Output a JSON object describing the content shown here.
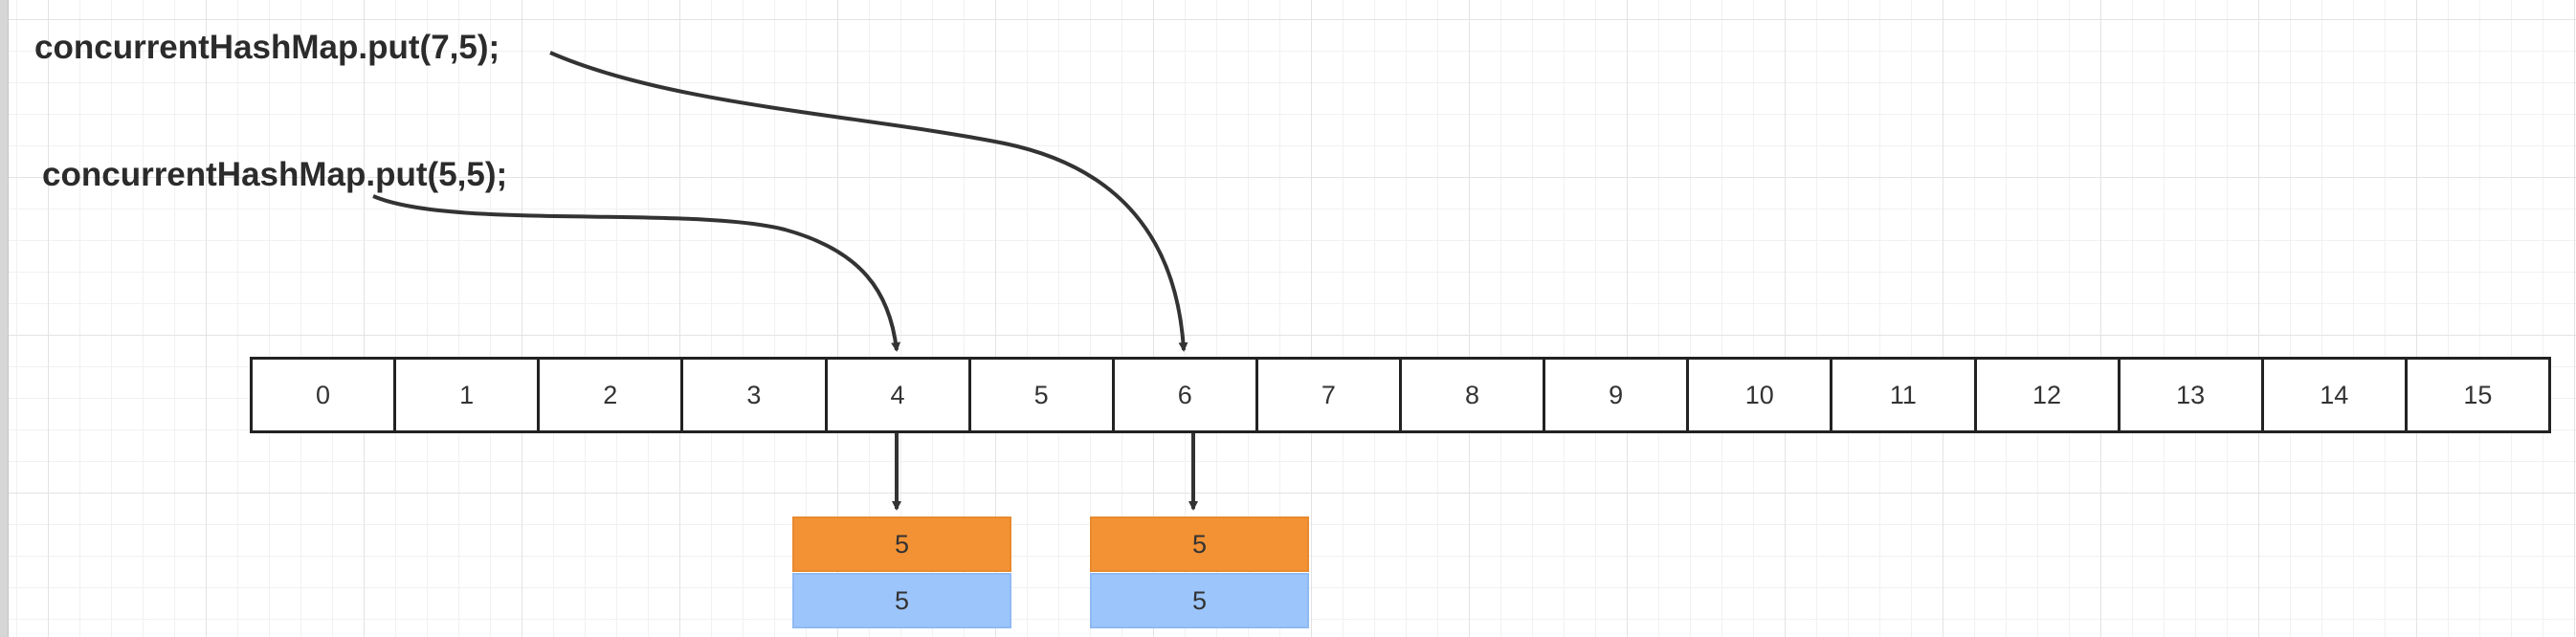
{
  "statements": [
    "concurrentHashMap.put(7,5);",
    "concurrentHashMap.put(5,5);"
  ],
  "array": {
    "indices": [
      "0",
      "1",
      "2",
      "3",
      "4",
      "5",
      "6",
      "7",
      "8",
      "9",
      "10",
      "11",
      "12",
      "13",
      "14",
      "15"
    ]
  },
  "buckets": [
    {
      "index": "4",
      "nodes": [
        "5",
        "5"
      ]
    },
    {
      "index": "6",
      "nodes": [
        "5",
        "5"
      ]
    }
  ],
  "colors": {
    "node_key": "#f39234",
    "node_value": "#9cc5fb",
    "line": "#333333"
  }
}
